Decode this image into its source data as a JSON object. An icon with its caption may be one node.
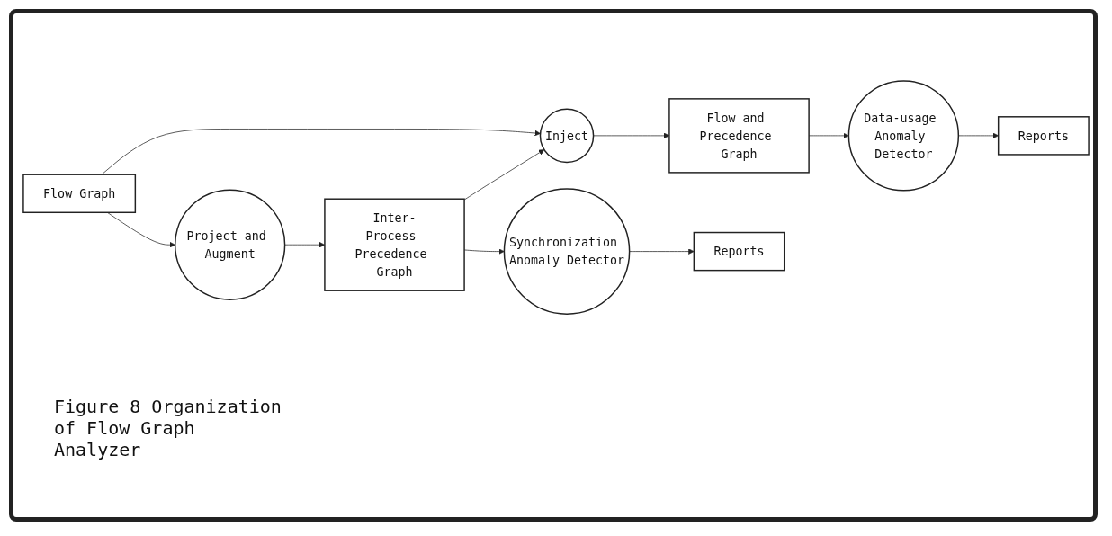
{
  "diagram": {
    "caption": "Figure 8 Organization of Flow Graph Analyzer",
    "nodes": [
      {
        "text": [
          "Flow Graph"
        ]
      },
      {
        "text": [
          "Inject"
        ]
      },
      {
        "text": [
          "Flow and Precedence Graph"
        ]
      },
      {
        "text": [
          "Data-usage Anomaly Detector"
        ]
      },
      {
        "text": [
          "Reports"
        ]
      },
      {
        "text": [
          "Project and Augment"
        ]
      },
      {
        "text": [
          "Inter-Process Precedence Graph"
        ]
      },
      {
        "text": [
          "Synchronization Anomaly Detector"
        ]
      },
      {
        "text": [
          "Reports"
        ]
      }
    ],
    "edges": [
      {
        "from": 0,
        "to": 1,
        "arrow": "to"
      },
      {
        "from": 0,
        "to": 5,
        "arrow": "to"
      },
      {
        "from": 1,
        "to": 2,
        "arrow": "to"
      },
      {
        "from": 2,
        "to": 3,
        "arrow": "to"
      },
      {
        "from": 3,
        "to": 4,
        "arrow": "to"
      },
      {
        "from": 5,
        "to": 6,
        "arrow": "to"
      },
      {
        "from": 6,
        "to": 1,
        "arrow": "to"
      },
      {
        "from": 6,
        "to": 7,
        "arrow": "to"
      },
      {
        "from": 7,
        "to": 8,
        "arrow": "to"
      }
    ]
  }
}
